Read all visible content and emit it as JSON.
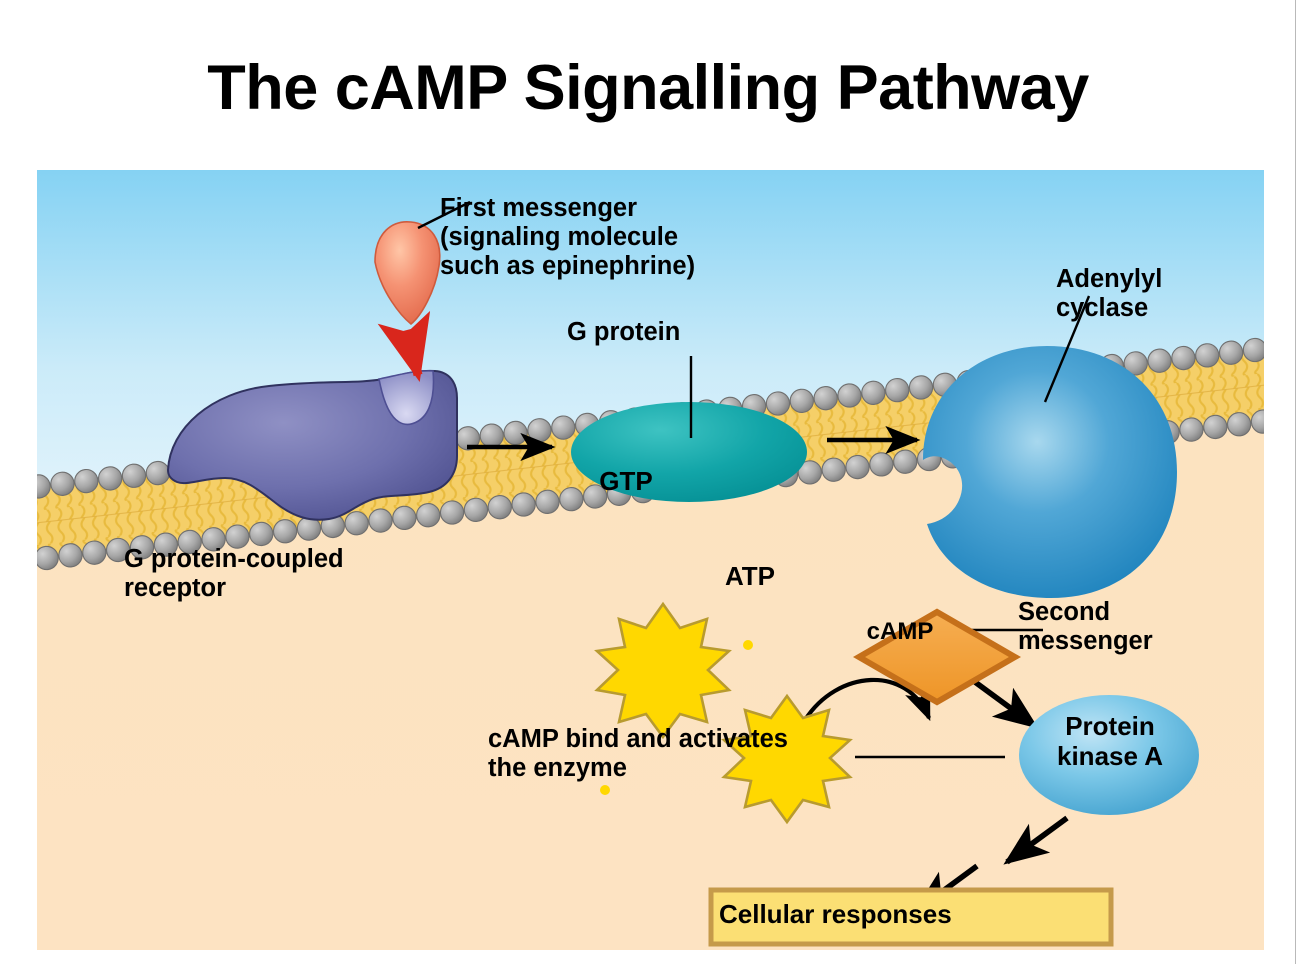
{
  "page": {
    "title": "The cAMP Signalling Pathway",
    "background_color": "#ffffff"
  },
  "diagram": {
    "type": "biology-signalling-pathway",
    "canvas": {
      "extracellular_color": "#8fd6f4",
      "cytoplasm_color": "#fce3c0",
      "membrane_head_color": "#9a9a9a",
      "membrane_tail_color": "#f2c94c"
    },
    "labels": {
      "first_messenger": "First messenger\n(signaling molecule\nsuch as epinephrine)",
      "g_protein": "G protein",
      "adenylyl_cyclase": "Adenylyl\ncyclase",
      "gpcr": "G protein-coupled\nreceptor",
      "second_messenger": "Second\nmessenger",
      "camp_bind": "cAMP bind and activates\nthe enzyme",
      "cellular_responses": "Cellular responses"
    },
    "nodes": {
      "gtp": {
        "label": "GTP",
        "shape": "starburst",
        "color": "#ffd800"
      },
      "atp": {
        "label": "ATP",
        "shape": "starburst",
        "color": "#ffd800"
      },
      "camp": {
        "label": "cAMP",
        "shape": "diamond",
        "color": "#f2a13c",
        "border_color": "#c5701a"
      },
      "pka": {
        "label": "Protein\nkinase A",
        "shape": "ellipse",
        "color": "#6ec4e8"
      },
      "receptor": {
        "shape": "blob",
        "color": "#5d5f9e"
      },
      "g_protein_body": {
        "shape": "ellipse",
        "color": "#11a3a8"
      },
      "adenylyl_cyclase_body": {
        "shape": "notched-blob",
        "color": "#2a8fc4"
      },
      "first_messenger_body": {
        "shape": "teardrop",
        "color": "#f08a68"
      },
      "cellular_responses_box": {
        "fill": "#fbdf74",
        "border_color": "#c59a4a"
      }
    },
    "arrows": {
      "ligand_to_receptor": {
        "color": "#d9261c",
        "style": "solid"
      },
      "receptor_to_g_protein": {
        "color": "#000000",
        "style": "solid"
      },
      "g_protein_to_cyclase": {
        "color": "#000000",
        "style": "solid"
      },
      "atp_to_camp": {
        "color": "#000000",
        "style": "curved"
      },
      "camp_to_pka": {
        "color": "#000000",
        "style": "solid"
      },
      "pka_to_responses": {
        "color": "#000000",
        "style": "broken"
      }
    }
  }
}
